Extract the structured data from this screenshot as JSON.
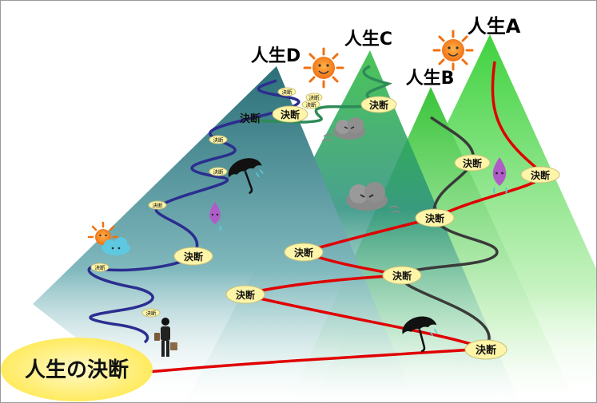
{
  "title": "人生の決断",
  "lives": {
    "a": "人生A",
    "b": "人生B",
    "c": "人生C",
    "d": "人生D"
  },
  "decision_label": "決断",
  "colors": {
    "mountain_green": "#3fd23f",
    "mountain_teal": "#2f7f86",
    "path_red": "#e00000",
    "path_gray": "#3a3a3a",
    "path_blue": "#2b2e8f",
    "path_green": "#2e8b57",
    "ellipse_fill": "#fff5a8",
    "title_ellipse": "#ffec5c"
  },
  "icons": {
    "sun": "sun-icon",
    "cloud": "storm-cloud-icon",
    "umbrella": "umbrella-icon",
    "traveler": "traveler-icon"
  }
}
